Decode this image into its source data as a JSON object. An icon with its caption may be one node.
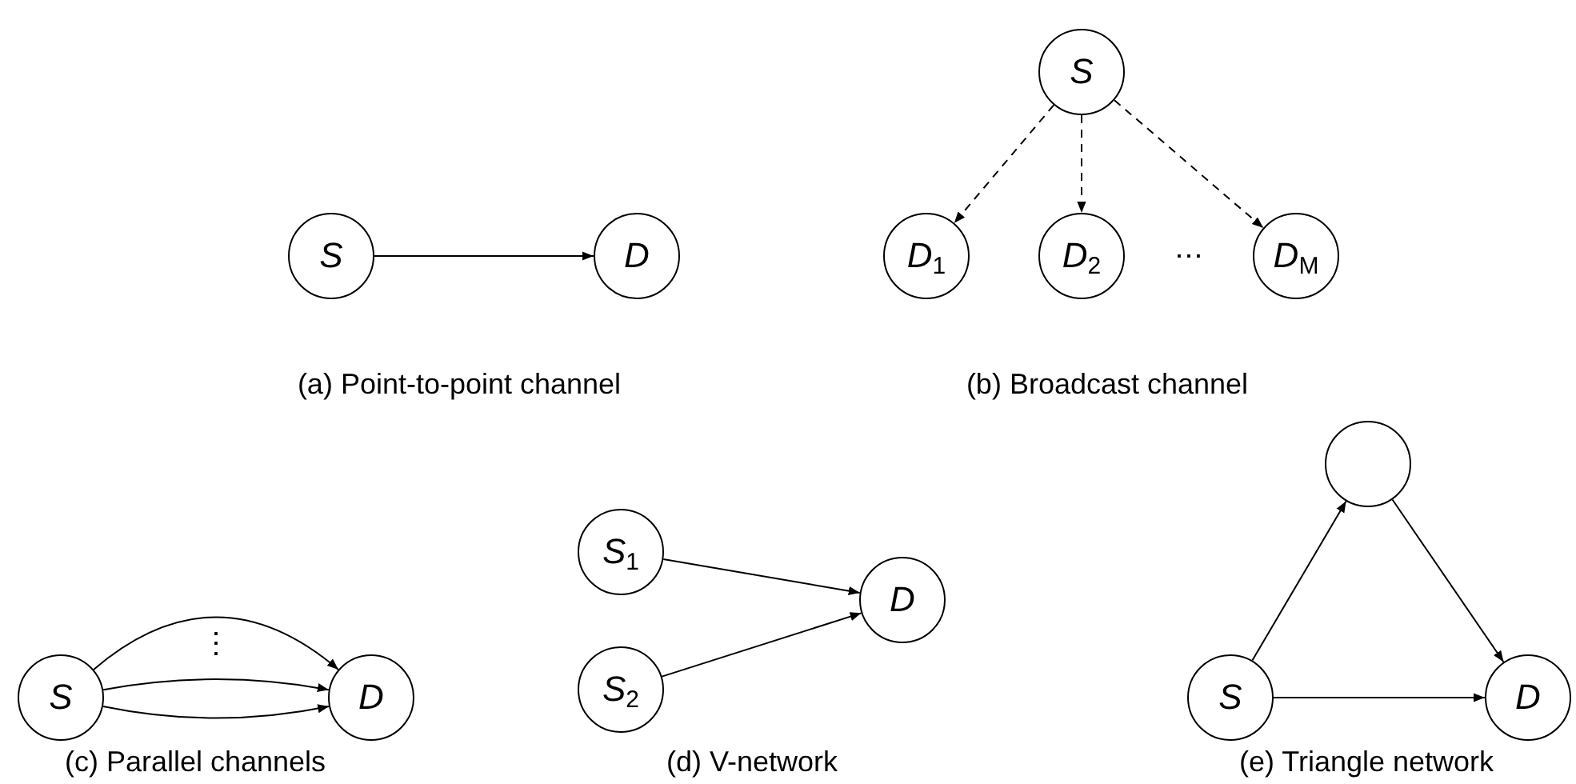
{
  "diagram": {
    "nodes": [
      {
        "text": [
          "S"
        ]
      },
      {
        "text": [
          "D"
        ]
      },
      {
        "text": [
          "S"
        ]
      },
      {
        "text": [
          "D$_{1}$"
        ]
      },
      {
        "text": [
          "D$_{2}$"
        ]
      },
      {
        "text": [
          "D$_{M}$"
        ]
      },
      {
        "text": [
          "S"
        ]
      },
      {
        "text": [
          "D"
        ]
      },
      {
        "text": [
          "S$_{1}$"
        ]
      },
      {
        "text": [
          "S$_{2}$"
        ]
      },
      {
        "text": [
          "D"
        ]
      },
      {
        "text": [],
        "shape": "circle"
      },
      {
        "text": [
          "S"
        ]
      },
      {
        "text": [
          "D"
        ]
      }
    ],
    "edges": [
      {
        "from": 0,
        "to": 1,
        "arrow": "to"
      },
      {
        "from": 2,
        "to": 3,
        "arrow": "to",
        "style": "dashed"
      },
      {
        "from": 2,
        "to": 4,
        "arrow": "to",
        "style": "dashed"
      },
      {
        "from": 2,
        "to": 5,
        "arrow": "to",
        "style": "dashed"
      },
      {
        "from": 6,
        "to": 7,
        "arrow": "to"
      },
      {
        "from": 6,
        "to": 7,
        "arrow": "to"
      },
      {
        "from": 6,
        "to": 7,
        "arrow": "to"
      },
      {
        "from": 8,
        "to": 10,
        "arrow": "to"
      },
      {
        "from": 9,
        "to": 10,
        "arrow": "to"
      },
      {
        "from": 12,
        "to": 11,
        "arrow": "to"
      },
      {
        "from": 11,
        "to": 13,
        "arrow": "to"
      },
      {
        "from": 12,
        "to": 13,
        "arrow": "to"
      }
    ],
    "labels": [
      "⋯",
      "(a) Point-to-point channel",
      "(b) Broadcast channel",
      "⋮",
      "(c) Parallel channels",
      "(d) V-network",
      "(e) Triangle network"
    ]
  }
}
